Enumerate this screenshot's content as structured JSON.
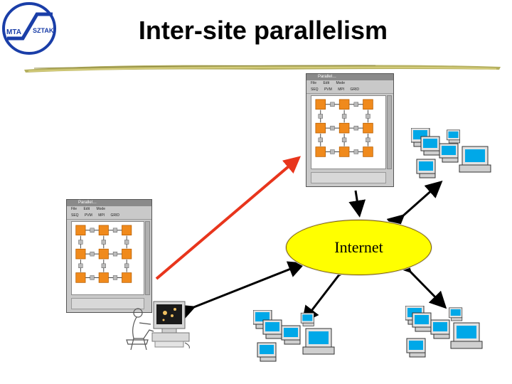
{
  "title": "Inter-site parallelism",
  "logo": {
    "left_text": "MTA",
    "right_text": "SZTAKI"
  },
  "internet_label": "Internet",
  "window": {
    "title": "Parallel…",
    "menu": [
      "File",
      "Edit",
      "Mode"
    ],
    "tools": [
      "SEQ",
      "PVM",
      "MPI",
      "GRID"
    ]
  },
  "colors": {
    "node": "#f08a1c",
    "internet": "#ffff00",
    "red_arrow": "#e8351c",
    "screen": "#00a8e8"
  }
}
